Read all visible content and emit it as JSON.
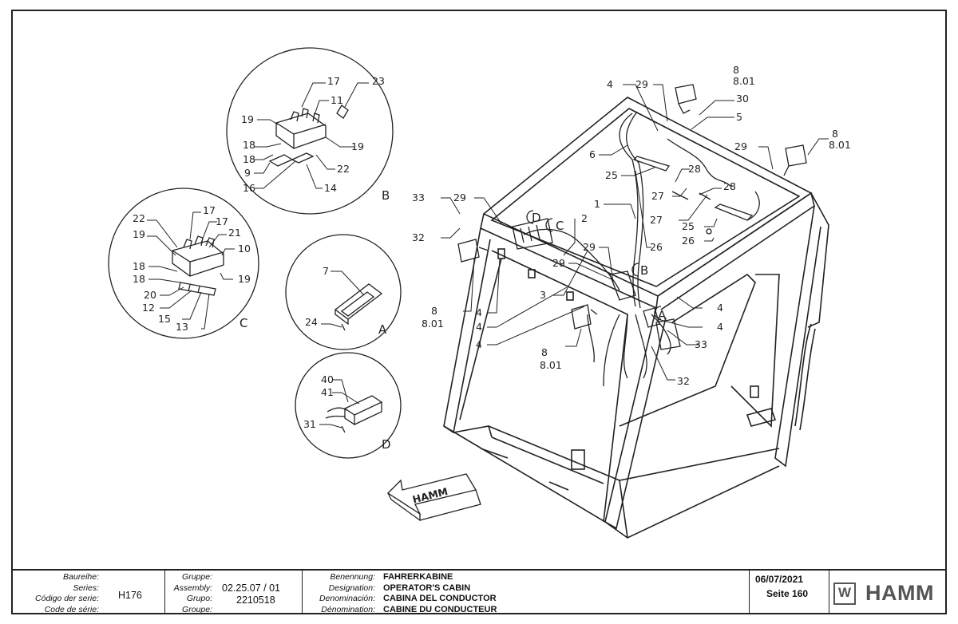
{
  "callouts": {
    "t4": "4",
    "t29a": "29",
    "t8a": "8",
    "t801a": "8.01",
    "t30": "30",
    "t5": "5",
    "t8b": "8",
    "t801b": "8.01",
    "t29b": "29",
    "t6": "6",
    "t28a": "28",
    "t25a": "25",
    "t27a": "27",
    "t28b": "28",
    "t1": "1",
    "t27b": "27",
    "t25b": "25",
    "t26a": "26",
    "t26b": "26",
    "t33a": "33",
    "t29c": "29",
    "t32a": "32",
    "t2": "2",
    "t29d": "29",
    "t29e": "29",
    "t3": "3",
    "t8c": "8",
    "t801c": "8.01",
    "t4b": "4",
    "t4c": "4",
    "t4d": "4",
    "t4e": "4",
    "t4f": "4",
    "t8d": "8",
    "t801d": "8.01",
    "t33b": "33",
    "t32b": "32",
    "cD": "D",
    "cC": "C",
    "cB": "B",
    "cA": "A",
    "b17": "17",
    "b23": "23",
    "b11": "11",
    "b19a": "19",
    "b19b": "19",
    "b18a": "18",
    "b18b": "18",
    "b9": "9",
    "b22": "22",
    "b16": "16",
    "b14": "14",
    "bB": "B",
    "c22": "22",
    "c17a": "17",
    "c17b": "17",
    "c19a": "19",
    "c21": "21",
    "c10": "10",
    "c18a": "18",
    "c18b": "18",
    "c19b": "19",
    "c20": "20",
    "c12": "12",
    "c15": "15",
    "c13": "13",
    "cCl": "C",
    "a7": "7",
    "a24": "24",
    "aA": "A",
    "d40": "40",
    "d41": "41",
    "d31": "31",
    "dD": "D",
    "arrow_text": "HAMM"
  },
  "titleblock": {
    "baureihe_lbl": "Baureihe:",
    "series_lbl": "Series:",
    "codigo_lbl": "Código der serie:",
    "code_lbl": "Code de série:",
    "series_val": "H176",
    "gruppe_lbl": "Gruppe:",
    "assembly_lbl": "Assembly:",
    "grupo_lbl": "Grupo:",
    "groupe_lbl": "Groupe:",
    "assembly_val": "02.25.07 / 01",
    "grupo_val": "2210518",
    "benennung_lbl": "Benennung:",
    "designation_lbl": "Designation:",
    "denominacion_lbl": "Denominación:",
    "denomination_lbl": "Dénomination:",
    "name_de": "FAHRERKABINE",
    "name_en": "OPERATOR'S CABIN",
    "name_es": "CABINA DEL CONDUCTOR",
    "name_fr": "CABINE DU CONDUCTEUR",
    "date": "06/07/2021",
    "page": "Seite 160",
    "logo_mark": "W",
    "logo_text": "HAMM"
  },
  "colors": {
    "line": "#222222",
    "logo": "#555555"
  }
}
